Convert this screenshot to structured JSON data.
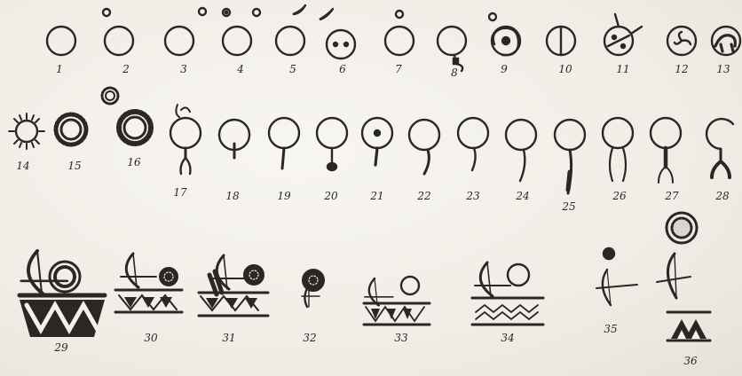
{
  "figure": {
    "labels": [
      "1",
      "2",
      "3",
      "4",
      "5",
      "6",
      "7",
      "8",
      "9",
      "10",
      "11",
      "12",
      "13",
      "14",
      "15",
      "16",
      "17",
      "18",
      "19",
      "20",
      "21",
      "22",
      "23",
      "24",
      "25",
      "26",
      "27",
      "28",
      "29",
      "30",
      "31",
      "32",
      "33",
      "34",
      "35",
      "36"
    ],
    "ink_color": "#2a2724",
    "background_color": "#f4f1ec"
  }
}
